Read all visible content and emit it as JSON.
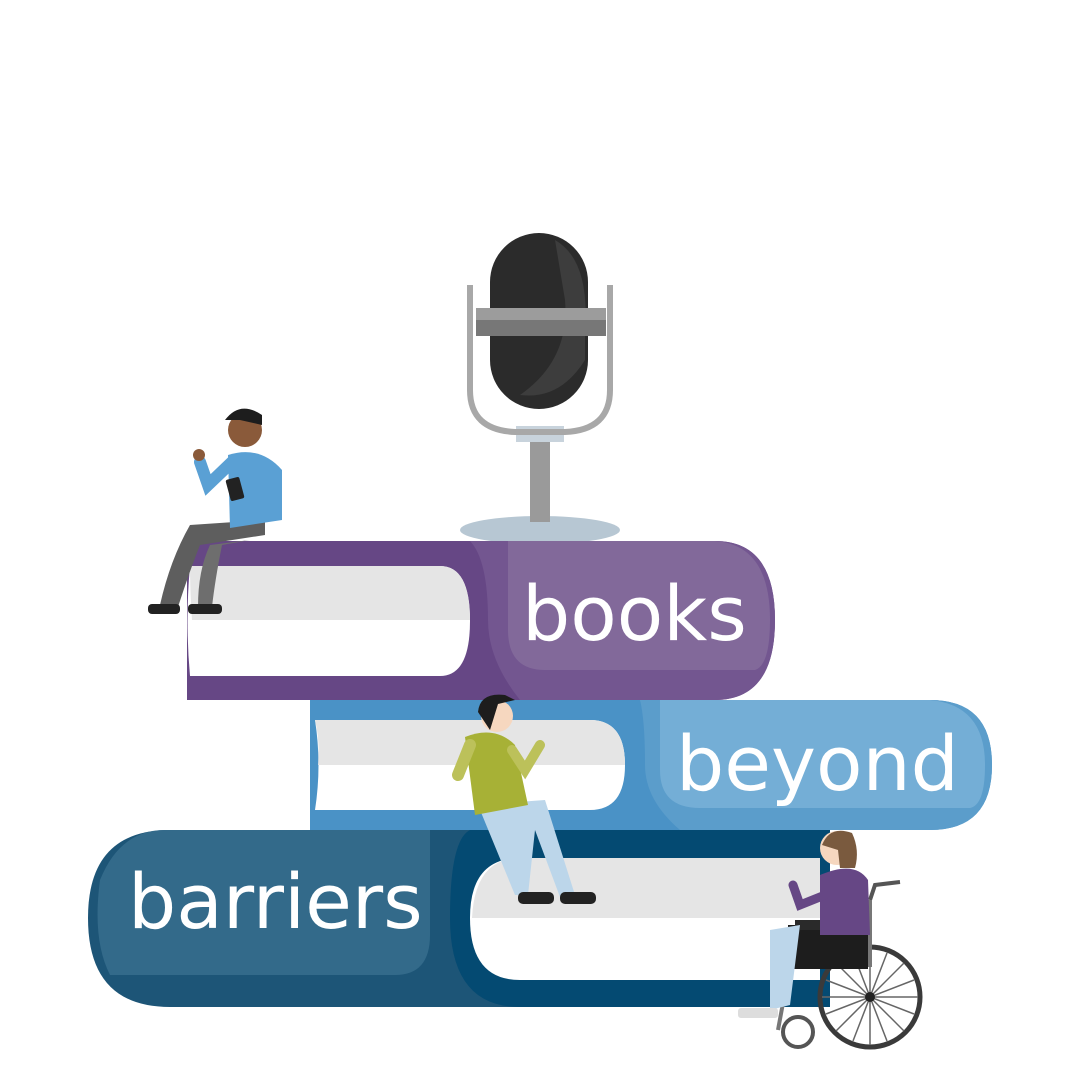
{
  "logo": {
    "word1": "books",
    "word2": "beyond",
    "word3": "barriers"
  },
  "colors": {
    "purple": "#664785",
    "purple_light": "#82699a",
    "blue": "#4a92c6",
    "blue_light": "#74aed6",
    "teal": "#1d5577",
    "teal_light": "#336a8a",
    "navy": "#044a72",
    "page_gray": "#e5e5e5"
  }
}
